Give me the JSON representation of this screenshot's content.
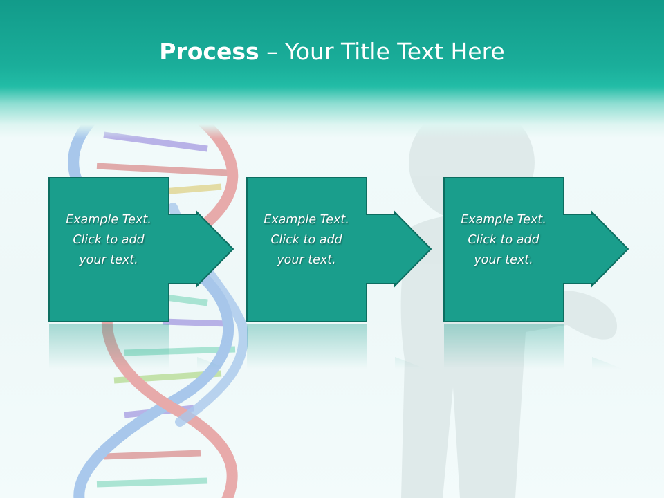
{
  "slide": {
    "title_bold": "Process",
    "title_rest": " – Your Title Text Here"
  },
  "steps": [
    {
      "line1": "Example Text.",
      "line2": "Click  to add",
      "line3": "your text."
    },
    {
      "line1": "Example Text.",
      "line2": "Click  to add",
      "line3": "your text."
    },
    {
      "line1": "Example Text.",
      "line2": "Click  to add",
      "line3": "your text."
    }
  ],
  "colors": {
    "header": "#1aae9a",
    "block_fill": "#1a9e8c",
    "block_border": "#0d6e61"
  }
}
